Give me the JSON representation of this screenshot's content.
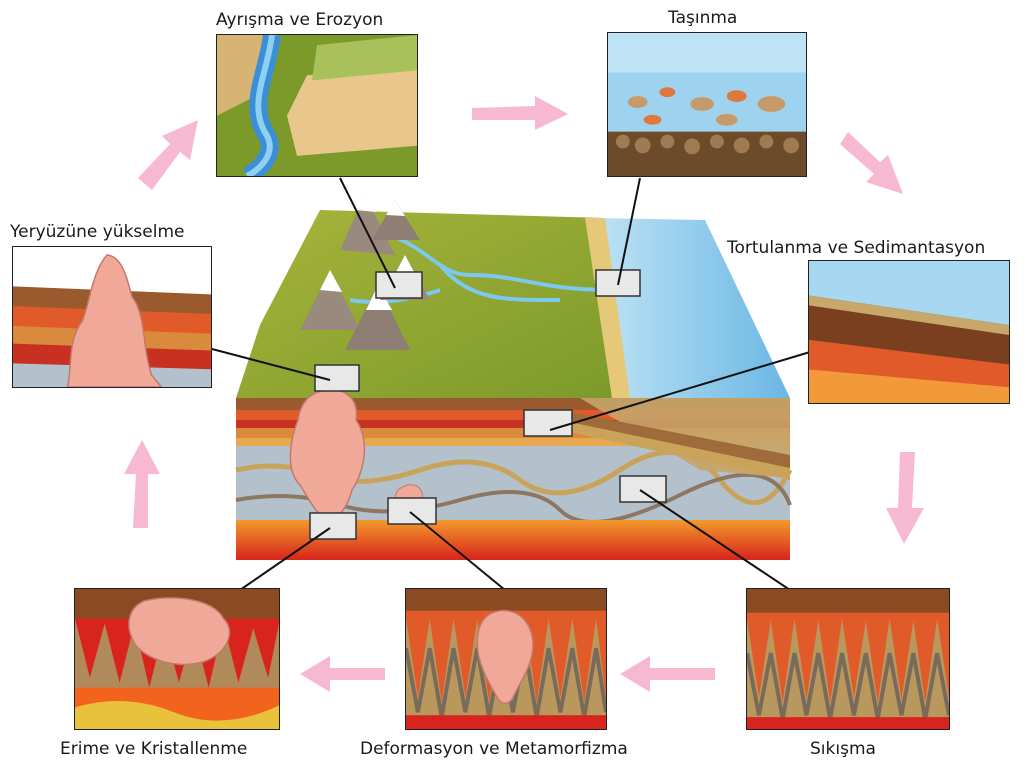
{
  "stages": {
    "weathering": "Ayrışma ve Erozyon",
    "transport": "Taşınma",
    "deposition": "Tortulanma ve Sedimantasyon",
    "compaction": "Sıkışma",
    "deformation": "Deformasyon ve Metamorfizma",
    "melting": "Erime ve Kristallenme",
    "uplift": "Yeryüzüne yükselme"
  },
  "colors": {
    "arrow": "#f7b8d2",
    "water": "#6ab7e4",
    "grass": "#8aa32e",
    "magma": "#e8382a",
    "granite": "#f0a899",
    "rock": "#a06b3a"
  },
  "icons": [
    "cycle-arrow-icon",
    "magnifier-square-icon"
  ]
}
